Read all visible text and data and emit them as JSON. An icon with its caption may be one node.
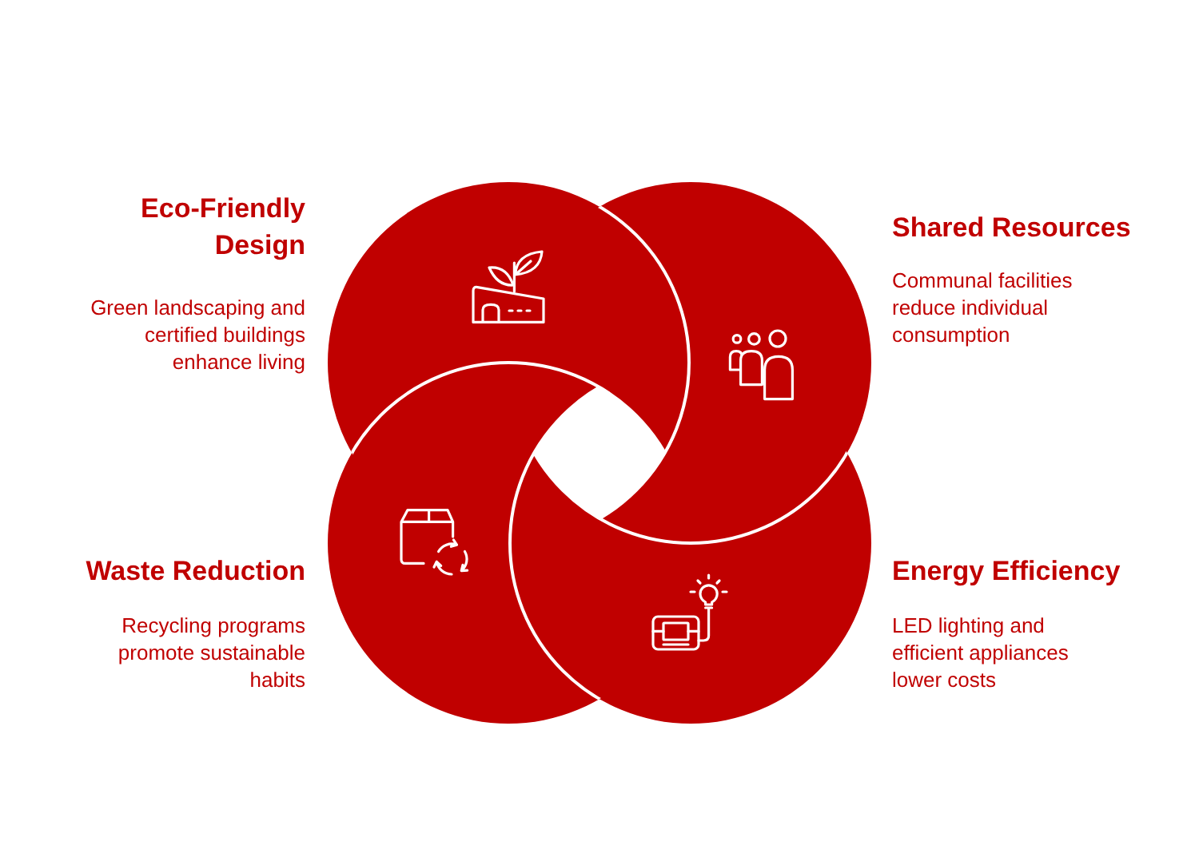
{
  "diagram": {
    "nodes": [
      {
        "text": [
          "Eco-Friendly Design",
          "Green landscaping and certified buildings enhance living"
        ]
      },
      {
        "text": [
          "Shared Resources",
          "Communal facilities reduce individual consumption"
        ]
      },
      {
        "text": [
          "Waste Reduction",
          "Recycling programs promote sustainable habits"
        ]
      },
      {
        "text": [
          "Energy Efficiency",
          "LED lighting and efficient appliances lower costs"
        ]
      }
    ]
  }
}
